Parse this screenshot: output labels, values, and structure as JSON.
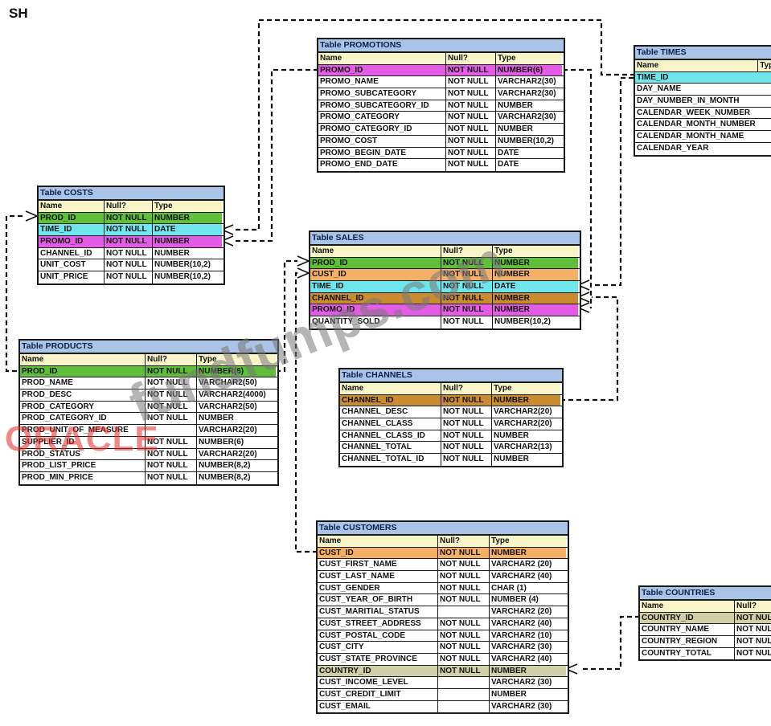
{
  "schema": "SH",
  "header": {
    "name": "Name",
    "null": "Null?",
    "type": "Type"
  },
  "colors": {
    "green": "#5fbf3a",
    "cyan": "#6fe6ee",
    "magenta": "#e45be6",
    "orange": "#f5b067",
    "brown": "#c98c30",
    "olive": "#cfcfa8",
    "title_bg": "#a9c4e6",
    "header_bg": "#f7f4c8"
  },
  "tables": [
    {
      "id": "promotions",
      "title": "Table PROMOTIONS",
      "rows": [
        {
          "name": "PROMO_ID",
          "null": "NOT NULL",
          "type": "NUMBER(6)",
          "hl": "magenta"
        },
        {
          "name": "PROMO_NAME",
          "null": "NOT NULL",
          "type": "VARCHAR2(30)"
        },
        {
          "name": "PROMO_SUBCATEGORY",
          "null": "NOT NULL",
          "type": "VARCHAR2(30)"
        },
        {
          "name": "PROMO_SUBCATEGORY_ID",
          "null": "NOT NULL",
          "type": "NUMBER"
        },
        {
          "name": "PROMO_CATEGORY",
          "null": "NOT NULL",
          "type": "VARCHAR2(30)"
        },
        {
          "name": "PROMO_CATEGORY_ID",
          "null": "NOT NULL",
          "type": "NUMBER"
        },
        {
          "name": "PROMO_COST",
          "null": "NOT NULL",
          "type": "NUMBER(10,2)"
        },
        {
          "name": "PROMO_BEGIN_DATE",
          "null": "NOT NULL",
          "type": "DATE"
        },
        {
          "name": "PROMO_END_DATE",
          "null": "NOT NULL",
          "type": "DATE"
        }
      ]
    },
    {
      "id": "times",
      "title": "Table TIMES",
      "no_null": true,
      "rows": [
        {
          "name": "TIME_ID",
          "hl": "cyan"
        },
        {
          "name": "DAY_NAME"
        },
        {
          "name": "DAY_NUMBER_IN_MONTH"
        },
        {
          "name": "CALENDAR_WEEK_NUMBER"
        },
        {
          "name": "CALENDAR_MONTH_NUMBER"
        },
        {
          "name": "CALENDAR_MONTH_NAME"
        },
        {
          "name": "CALENDAR_YEAR"
        }
      ]
    },
    {
      "id": "costs",
      "title": "Table COSTS",
      "rows": [
        {
          "name": "PROD_ID",
          "null": "NOT NULL",
          "type": "NUMBER",
          "hl": "green"
        },
        {
          "name": "TIME_ID",
          "null": "NOT NULL",
          "type": "DATE",
          "hl": "cyan"
        },
        {
          "name": "PROMO_ID",
          "null": "NOT NULL",
          "type": "NUMBER",
          "hl": "magenta"
        },
        {
          "name": "CHANNEL_ID",
          "null": "NOT NULL",
          "type": "NUMBER"
        },
        {
          "name": "UNIT_COST",
          "null": "NOT NULL",
          "type": "NUMBER(10,2)"
        },
        {
          "name": "UNIT_PRICE",
          "null": "NOT NULL",
          "type": "NUMBER(10,2)"
        }
      ]
    },
    {
      "id": "sales",
      "title": "Table SALES",
      "rows": [
        {
          "name": "PROD_ID",
          "null": "NOT NULL",
          "type": "NUMBER",
          "hl": "green"
        },
        {
          "name": "CUST_ID",
          "null": "NOT NULL",
          "type": "NUMBER",
          "hl": "orange"
        },
        {
          "name": "TIME_ID",
          "null": "NOT NULL",
          "type": "DATE",
          "hl": "cyan"
        },
        {
          "name": "CHANNEL_ID",
          "null": "NOT NULL",
          "type": "NUMBER",
          "hl": "brown"
        },
        {
          "name": "PROMO_ID",
          "null": "NOT NULL",
          "type": "NUMBER",
          "hl": "magenta"
        },
        {
          "name": "QUANTITY_SOLD",
          "null": "NOT NULL",
          "type": "NUMBER(10,2)"
        }
      ]
    },
    {
      "id": "products",
      "title": "Table PRODUCTS",
      "rows": [
        {
          "name": "PROD_ID",
          "null": "NOT NULL",
          "type": "NUMBER(6)",
          "hl": "green"
        },
        {
          "name": "PROD_NAME",
          "null": "NOT NULL",
          "type": "VARCHAR2(50)"
        },
        {
          "name": "PROD_DESC",
          "null": "NOT NULL",
          "type": "VARCHAR2(4000)"
        },
        {
          "name": "PROD_CATEGORY",
          "null": "NOT NULL",
          "type": "VARCHAR2(50)"
        },
        {
          "name": "PROD_CATEGORY_ID",
          "null": "NOT NULL",
          "type": "NUMBER"
        },
        {
          "name": "PROD_UNIT_OF_MEASURE",
          "null": "",
          "type": "VARCHAR2(20)"
        },
        {
          "name": "SUPPLIER_ID",
          "null": "NOT NULL",
          "type": "NUMBER(6)"
        },
        {
          "name": "PROD_STATUS",
          "null": "NOT NULL",
          "type": "VARCHAR2(20)"
        },
        {
          "name": "PROD_LIST_PRICE",
          "null": "NOT NULL",
          "type": "NUMBER(8,2)"
        },
        {
          "name": "PROD_MIN_PRICE",
          "null": "NOT NULL",
          "type": "NUMBER(8,2)"
        }
      ]
    },
    {
      "id": "channels",
      "title": "Table CHANNELS",
      "rows": [
        {
          "name": "CHANNEL_ID",
          "null": "NOT NULL",
          "type": "NUMBER",
          "hl": "brown"
        },
        {
          "name": "CHANNEL_DESC",
          "null": "NOT NULL",
          "type": "VARCHAR2(20)"
        },
        {
          "name": "CHANNEL_CLASS",
          "null": "NOT NULL",
          "type": "VARCHAR2(20)"
        },
        {
          "name": "CHANNEL_CLASS_ID",
          "null": "NOT NULL",
          "type": "NUMBER"
        },
        {
          "name": "CHANNEL_TOTAL",
          "null": "NOT NULL",
          "type": "VARCHAR2(13)"
        },
        {
          "name": "CHANNEL_TOTAL_ID",
          "null": "NOT NULL",
          "type": "NUMBER"
        }
      ]
    },
    {
      "id": "customers",
      "title": "Table CUSTOMERS",
      "rows": [
        {
          "name": "CUST_ID",
          "null": "NOT NULL",
          "type": "NUMBER",
          "hl": "orange"
        },
        {
          "name": "CUST_FIRST_NAME",
          "null": "NOT NULL",
          "type": "VARCHAR2 (20)"
        },
        {
          "name": "CUST_LAST_NAME",
          "null": "NOT NULL",
          "type": "VARCHAR2 (40)"
        },
        {
          "name": "CUST_GENDER",
          "null": "NOT NULL",
          "type": "CHAR (1)"
        },
        {
          "name": "CUST_YEAR_OF_BIRTH",
          "null": "NOT NULL",
          "type": "NUMBER (4)"
        },
        {
          "name": "CUST_MARITIAL_STATUS",
          "null": "",
          "type": "VARCHAR2 (20)"
        },
        {
          "name": "CUST_STREET_ADDRESS",
          "null": "NOT NULL",
          "type": "VARCHAR2 (40)"
        },
        {
          "name": "CUST_POSTAL_CODE",
          "null": "NOT NULL",
          "type": "VARCHAR2 (10)"
        },
        {
          "name": "CUST_CITY",
          "null": "NOT NULL",
          "type": "VARCHAR2 (30)"
        },
        {
          "name": "CUST_STATE_PROVINCE",
          "null": "NOT NULL",
          "type": "VARCHAR2 (40)"
        },
        {
          "name": "COUNTRY_ID",
          "null": "NOT NULL",
          "type": "NUMBER",
          "hl": "olive"
        },
        {
          "name": "CUST_INCOME_LEVEL",
          "null": "",
          "type": "VARCHAR2 (30)"
        },
        {
          "name": "CUST_CREDIT_LIMIT",
          "null": "",
          "type": "NUMBER"
        },
        {
          "name": "CUST_EMAIL",
          "null": "",
          "type": "VARCHAR2 (30)"
        }
      ]
    },
    {
      "id": "countries",
      "title": "Table COUNTRIES",
      "no_type": true,
      "rows": [
        {
          "name": "COUNTRY_ID",
          "null": "NOT NULL",
          "hl": "olive"
        },
        {
          "name": "COUNTRY_NAME",
          "null": "NOT NULL"
        },
        {
          "name": "COUNTRY_REGION",
          "null": "NOT NULL"
        },
        {
          "name": "COUNTRY_TOTAL",
          "null": "NOT NULL"
        }
      ]
    }
  ],
  "watermarks": {
    "site": "fundfumps.com",
    "vendor": "ORACLE"
  }
}
